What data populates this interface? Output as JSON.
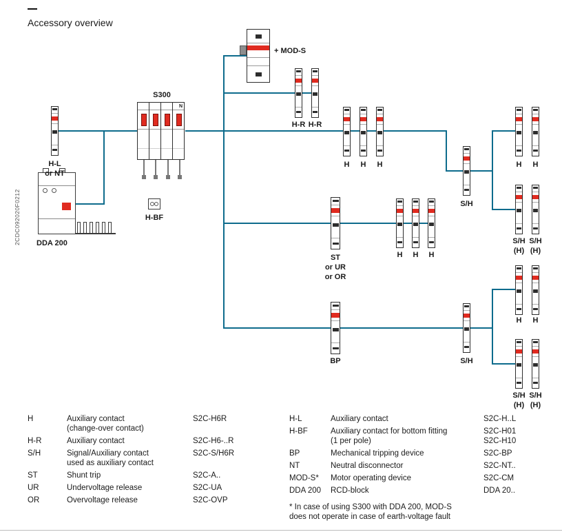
{
  "meta": {
    "title": "Accessory overview",
    "doc_code": "2CDC092020F0212"
  },
  "colors": {
    "connector_line": "#0d6b8c",
    "device_red": "#e02b20",
    "text": "#1a1a1a"
  },
  "diagram": {
    "devices": {
      "hl": "H-L\nor NT",
      "s300": "S300",
      "s300_n": "N",
      "mods": "+ MOD-S",
      "hr1": "H-R",
      "hr2": "H-R",
      "h1": "H",
      "h2": "H",
      "h3": "H",
      "sh_top": "S/H",
      "hrt1": "H",
      "hrt2": "H",
      "shht1": "S/H\n(H)",
      "shht2": "S/H\n(H)",
      "st": "ST\nor UR\nor OR",
      "h4": "H",
      "h5": "H",
      "h6": "H",
      "bp": "BP",
      "sh_bottom": "S/H",
      "hb1": "H",
      "hb2": "H",
      "shhb1": "S/H\n(H)",
      "shhb2": "S/H\n(H)",
      "hbf": "H-BF",
      "dda": "DDA 200"
    }
  },
  "legend": {
    "left": [
      {
        "code": "H",
        "desc": "Auxiliary contact\n(change-over contact)",
        "part": "S2C-H6R"
      },
      {
        "code": "H-R",
        "desc": "Auxiliary contact",
        "part": "S2C-H6-..R"
      },
      {
        "code": "S/H",
        "desc": "Signal/Auxiliary contact\nused as auxiliary contact",
        "part": "S2C-S/H6R"
      },
      {
        "code": "ST",
        "desc": "Shunt trip",
        "part": "S2C-A.."
      },
      {
        "code": "UR",
        "desc": "Undervoltage release",
        "part": "S2C-UA"
      },
      {
        "code": "OR",
        "desc": "Overvoltage release",
        "part": "S2C-OVP"
      }
    ],
    "right": [
      {
        "code": "H-L",
        "desc": "Auxiliary contact",
        "part": "S2C-H..L"
      },
      {
        "code": "H-BF",
        "desc": "Auxiliary contact for bottom fitting\n(1 per pole)",
        "part": "S2C-H01\nS2C-H10"
      },
      {
        "code": "BP",
        "desc": "Mechanical tripping device",
        "part": "S2C-BP"
      },
      {
        "code": "NT",
        "desc": "Neutral disconnector",
        "part": "S2C-NT.."
      },
      {
        "code": "MOD-S*",
        "desc": "Motor operating device",
        "part": "S2C-CM"
      },
      {
        "code": "DDA 200",
        "desc": "RCD-block",
        "part": "DDA 20.."
      }
    ],
    "footnote": "* In case of using S300 with DDA 200, MOD-S\ndoes not operate in case of earth-voltage fault"
  }
}
